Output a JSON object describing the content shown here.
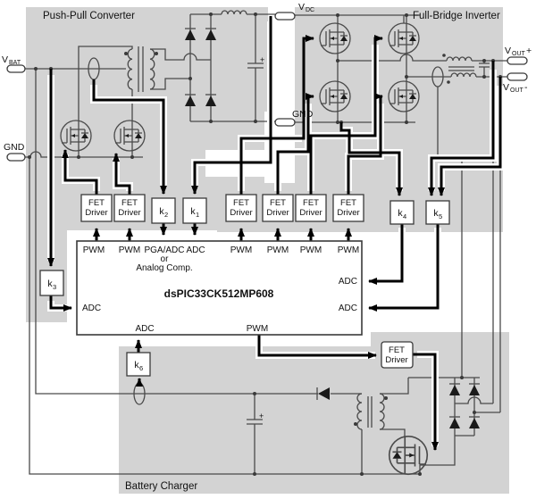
{
  "regions": {
    "push_pull": "Push-Pull Converter",
    "full_bridge": "Full-Bridge Inverter",
    "battery_charger": "Battery Charger"
  },
  "terminals": {
    "vbat": {
      "main": "V",
      "sub": "BAT"
    },
    "gnd_left": {
      "main": "GND"
    },
    "vdc": {
      "main": "V",
      "sub": "DC"
    },
    "gnd_mid": {
      "main": "GND"
    },
    "vout_plus": {
      "main": "V",
      "sub": "OUT",
      "post": "+"
    },
    "vout_minus": {
      "main": "V",
      "sub": "OUT",
      "post": "-"
    }
  },
  "chip": {
    "name": "dsPIC33CK512MP608",
    "pins_top": [
      "PWM",
      "PWM",
      "PGA/ADC",
      "ADC",
      "PWM",
      "PWM",
      "PWM",
      "PWM"
    ],
    "pga_or": "or",
    "pga_alt": "Analog Comp.",
    "pin_left": "ADC",
    "pins_right": [
      "ADC",
      "ADC"
    ],
    "pin_bottom_adc": "ADC",
    "pin_bottom_pwm": "PWM"
  },
  "fet_driver": {
    "line1": "FET",
    "line2": "Driver"
  },
  "k_blocks": {
    "k1": {
      "main": "k",
      "sub": "1"
    },
    "k2": {
      "main": "k",
      "sub": "2"
    },
    "k3": {
      "main": "k",
      "sub": "3"
    },
    "k4": {
      "main": "k",
      "sub": "4"
    },
    "k5": {
      "main": "k",
      "sub": "5"
    },
    "k6": {
      "main": "k",
      "sub": "6"
    }
  },
  "symbols": {
    "plus": "+"
  }
}
